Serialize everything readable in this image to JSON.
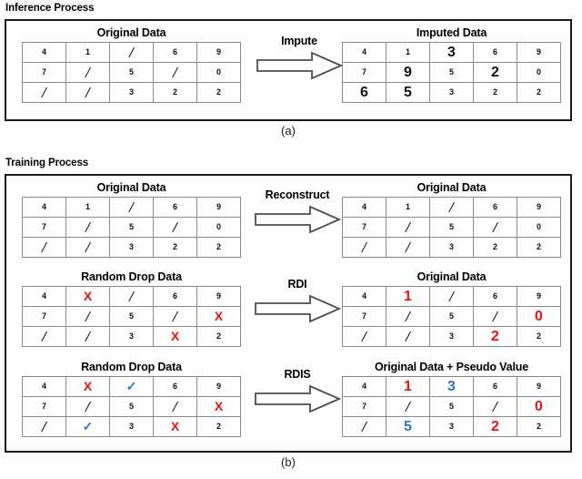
{
  "figure": {
    "panel_a_label": "(a)",
    "panel_b_label": "(b)",
    "inference_title": "Inference Process",
    "training_title": "Training Process"
  },
  "colors": {
    "red": "#ee1111",
    "blue": "#2e75d0",
    "border": "#1a1a1a",
    "cell_border": "#8a8a8a",
    "text": "#111111"
  },
  "labels": {
    "original_data": "Original Data",
    "imputed_data": "Imputed Data",
    "random_drop_data": "Random Drop Data",
    "original_plus_pseudo": "Original Data + Pseudo Value",
    "impute": "Impute",
    "reconstruct": "Reconstruct",
    "rdi": "RDI",
    "rdis": "RDIS",
    "arrow_icon": "right-block-arrow-icon",
    "missing_glyph": "/",
    "drop_glyph": "X",
    "keep_glyph": "✓"
  },
  "tables": {
    "a_original": {
      "caption": "Original Data",
      "rows": [
        [
          {
            "v": "4",
            "s": "plain"
          },
          {
            "v": "1",
            "s": "plain"
          },
          {
            "v": "/",
            "s": "slash"
          },
          {
            "v": "6",
            "s": "plain"
          },
          {
            "v": "9",
            "s": "plain"
          }
        ],
        [
          {
            "v": "7",
            "s": "plain"
          },
          {
            "v": "/",
            "s": "slash"
          },
          {
            "v": "5",
            "s": "plain"
          },
          {
            "v": "/",
            "s": "slash"
          },
          {
            "v": "0",
            "s": "plain"
          }
        ],
        [
          {
            "v": "/",
            "s": "slash"
          },
          {
            "v": "/",
            "s": "slash"
          },
          {
            "v": "3",
            "s": "plain"
          },
          {
            "v": "2",
            "s": "plain"
          },
          {
            "v": "2",
            "s": "plain"
          }
        ]
      ]
    },
    "a_imputed": {
      "caption": "Imputed Data",
      "rows": [
        [
          {
            "v": "4",
            "s": "plain"
          },
          {
            "v": "1",
            "s": "plain"
          },
          {
            "v": "3",
            "s": "big"
          },
          {
            "v": "6",
            "s": "plain"
          },
          {
            "v": "9",
            "s": "plain"
          }
        ],
        [
          {
            "v": "7",
            "s": "plain"
          },
          {
            "v": "9",
            "s": "big"
          },
          {
            "v": "5",
            "s": "plain"
          },
          {
            "v": "2",
            "s": "big"
          },
          {
            "v": "0",
            "s": "plain"
          }
        ],
        [
          {
            "v": "6",
            "s": "big"
          },
          {
            "v": "5",
            "s": "big"
          },
          {
            "v": "3",
            "s": "plain"
          },
          {
            "v": "2",
            "s": "plain"
          },
          {
            "v": "2",
            "s": "plain"
          }
        ]
      ]
    },
    "b_recon_left": {
      "caption": "Original Data",
      "rows": [
        [
          {
            "v": "4",
            "s": "plain"
          },
          {
            "v": "1",
            "s": "plain"
          },
          {
            "v": "/",
            "s": "slash"
          },
          {
            "v": "6",
            "s": "plain"
          },
          {
            "v": "9",
            "s": "plain"
          }
        ],
        [
          {
            "v": "7",
            "s": "plain"
          },
          {
            "v": "/",
            "s": "slash"
          },
          {
            "v": "5",
            "s": "plain"
          },
          {
            "v": "/",
            "s": "slash"
          },
          {
            "v": "0",
            "s": "plain"
          }
        ],
        [
          {
            "v": "/",
            "s": "slash"
          },
          {
            "v": "/",
            "s": "slash"
          },
          {
            "v": "3",
            "s": "plain"
          },
          {
            "v": "2",
            "s": "plain"
          },
          {
            "v": "2",
            "s": "plain"
          }
        ]
      ]
    },
    "b_recon_right": {
      "caption": "Original Data",
      "rows": [
        [
          {
            "v": "4",
            "s": "plain"
          },
          {
            "v": "1",
            "s": "plain"
          },
          {
            "v": "/",
            "s": "slash"
          },
          {
            "v": "6",
            "s": "plain"
          },
          {
            "v": "9",
            "s": "plain"
          }
        ],
        [
          {
            "v": "7",
            "s": "plain"
          },
          {
            "v": "/",
            "s": "slash"
          },
          {
            "v": "5",
            "s": "plain"
          },
          {
            "v": "/",
            "s": "slash"
          },
          {
            "v": "0",
            "s": "plain"
          }
        ],
        [
          {
            "v": "/",
            "s": "slash"
          },
          {
            "v": "/",
            "s": "slash"
          },
          {
            "v": "3",
            "s": "plain"
          },
          {
            "v": "2",
            "s": "plain"
          },
          {
            "v": "2",
            "s": "plain"
          }
        ]
      ]
    },
    "b_rdi_left": {
      "caption": "Random Drop Data",
      "rows": [
        [
          {
            "v": "4",
            "s": "plain"
          },
          {
            "v": "X",
            "s": "mark-x"
          },
          {
            "v": "/",
            "s": "slash"
          },
          {
            "v": "6",
            "s": "plain"
          },
          {
            "v": "9",
            "s": "plain"
          }
        ],
        [
          {
            "v": "7",
            "s": "plain"
          },
          {
            "v": "/",
            "s": "slash"
          },
          {
            "v": "5",
            "s": "plain"
          },
          {
            "v": "/",
            "s": "slash"
          },
          {
            "v": "X",
            "s": "mark-x"
          }
        ],
        [
          {
            "v": "/",
            "s": "slash"
          },
          {
            "v": "/",
            "s": "slash"
          },
          {
            "v": "3",
            "s": "plain"
          },
          {
            "v": "X",
            "s": "mark-x"
          },
          {
            "v": "2",
            "s": "plain"
          }
        ]
      ]
    },
    "b_rdi_right": {
      "caption": "Original Data",
      "rows": [
        [
          {
            "v": "4",
            "s": "plain"
          },
          {
            "v": "1",
            "s": "big red"
          },
          {
            "v": "/",
            "s": "slash"
          },
          {
            "v": "6",
            "s": "plain"
          },
          {
            "v": "9",
            "s": "plain"
          }
        ],
        [
          {
            "v": "7",
            "s": "plain"
          },
          {
            "v": "/",
            "s": "slash"
          },
          {
            "v": "5",
            "s": "plain"
          },
          {
            "v": "/",
            "s": "slash"
          },
          {
            "v": "0",
            "s": "big red"
          }
        ],
        [
          {
            "v": "/",
            "s": "slash"
          },
          {
            "v": "/",
            "s": "slash"
          },
          {
            "v": "3",
            "s": "plain"
          },
          {
            "v": "2",
            "s": "big red"
          },
          {
            "v": "2",
            "s": "plain"
          }
        ]
      ]
    },
    "b_rdis_left": {
      "caption": "Random Drop Data",
      "rows": [
        [
          {
            "v": "4",
            "s": "plain"
          },
          {
            "v": "X",
            "s": "mark-x"
          },
          {
            "v": "✓",
            "s": "mark-check"
          },
          {
            "v": "6",
            "s": "plain"
          },
          {
            "v": "9",
            "s": "plain"
          }
        ],
        [
          {
            "v": "7",
            "s": "plain"
          },
          {
            "v": "/",
            "s": "slash"
          },
          {
            "v": "5",
            "s": "plain"
          },
          {
            "v": "/",
            "s": "slash"
          },
          {
            "v": "X",
            "s": "mark-x"
          }
        ],
        [
          {
            "v": "/",
            "s": "slash"
          },
          {
            "v": "✓",
            "s": "mark-check"
          },
          {
            "v": "3",
            "s": "plain"
          },
          {
            "v": "X",
            "s": "mark-x"
          },
          {
            "v": "2",
            "s": "plain"
          }
        ]
      ]
    },
    "b_rdis_right": {
      "caption": "Original Data + Pseudo Value",
      "rows": [
        [
          {
            "v": "4",
            "s": "plain"
          },
          {
            "v": "1",
            "s": "big red"
          },
          {
            "v": "3",
            "s": "big blue"
          },
          {
            "v": "6",
            "s": "plain"
          },
          {
            "v": "9",
            "s": "plain"
          }
        ],
        [
          {
            "v": "7",
            "s": "plain"
          },
          {
            "v": "/",
            "s": "slash"
          },
          {
            "v": "5",
            "s": "plain"
          },
          {
            "v": "/",
            "s": "slash"
          },
          {
            "v": "0",
            "s": "big red"
          }
        ],
        [
          {
            "v": "/",
            "s": "slash"
          },
          {
            "v": "5",
            "s": "big blue"
          },
          {
            "v": "3",
            "s": "plain"
          },
          {
            "v": "2",
            "s": "big red"
          },
          {
            "v": "2",
            "s": "plain"
          }
        ]
      ]
    }
  }
}
